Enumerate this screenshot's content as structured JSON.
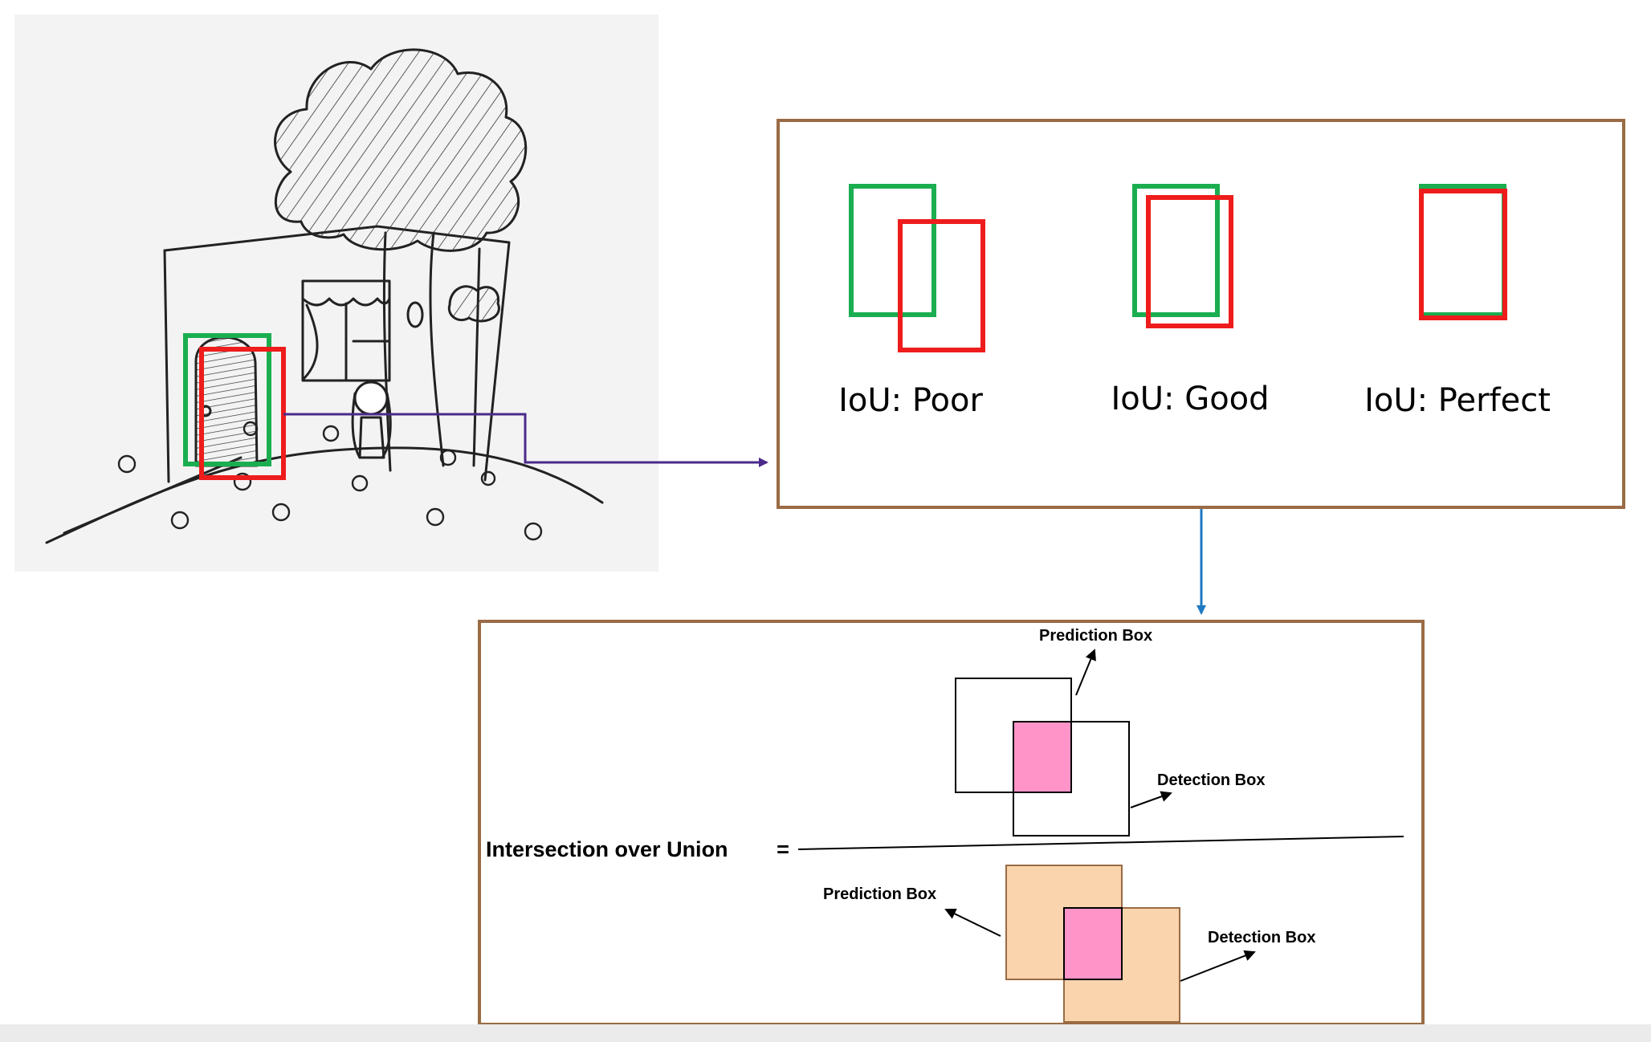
{
  "iou_examples": [
    {
      "label": "IoU: Poor"
    },
    {
      "label": "IoU: Good"
    },
    {
      "label": "IoU: Perfect"
    }
  ],
  "formula": {
    "lhs": "Intersection over Union",
    "equals": "=",
    "numerator": {
      "prediction_label": "Prediction Box",
      "detection_label": "Detection Box"
    },
    "denominator": {
      "prediction_label": "Prediction Box",
      "detection_label": "Detection Box"
    }
  },
  "colors": {
    "ground_truth_box": "#1aae50",
    "prediction_box": "#ee1c1c",
    "panel_border": "#9a6b44",
    "connector_purple": "#4b2a8a",
    "connector_blue": "#1f78c1",
    "intersection_fill": "#ff94c8",
    "union_fill": "#f9d4ad",
    "sketch_ink": "#222222"
  },
  "icons": {
    "sketch": "house-tree-girl-drawing",
    "arrow": "arrow-head-icon"
  }
}
